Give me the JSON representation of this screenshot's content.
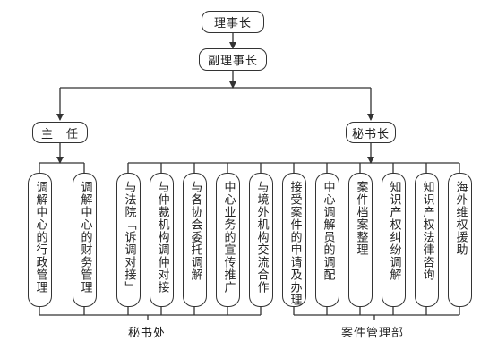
{
  "chairman": "理事长",
  "vice_chairman": "副理事长",
  "director": "主　任",
  "secretary_general": "秘书长",
  "director_units": [
    "调解中心的行政管理",
    "调解中心的财务管理"
  ],
  "secretary_units": [
    "与法院「诉调对接」",
    "与仲裁机构调仲对接",
    "与各协会委托调解",
    "中心业务的宣传推广",
    "与境外机构交流合作",
    "接受案件的申请及办理",
    "中心调解员的调配",
    "案件档案整理",
    "知识产权纠纷调解",
    "知识产权法律咨询",
    "海外维权援助"
  ],
  "secretariat": "秘书处",
  "case_dept": "案件管理部"
}
